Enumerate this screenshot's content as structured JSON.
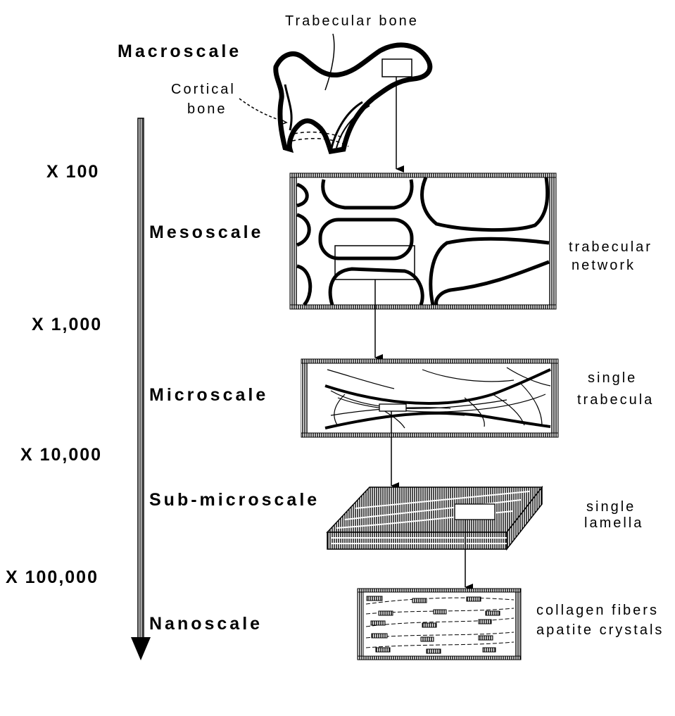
{
  "scales": {
    "macro": "Macroscale",
    "meso": "Mesoscale",
    "micro": "Microscale",
    "submicro": "Sub-microscale",
    "nano": "Nanoscale"
  },
  "magnifications": {
    "m1": "X 100",
    "m2": "X 1,000",
    "m3": "X 10,000",
    "m4": "X 100,000"
  },
  "labels": {
    "trabecular_bone": "Trabecular bone",
    "cortical_1": "Cortical",
    "cortical_2": "bone",
    "trabecular_network_1": "trabecular",
    "trabecular_network_2": "network",
    "single_trabecula_1": "single",
    "single_trabecula_2": "trabecula",
    "single_lamella_1": "single",
    "single_lamella_2": "lamella",
    "nano_1": "collagen fibers",
    "nano_2": "apatite crystals"
  }
}
